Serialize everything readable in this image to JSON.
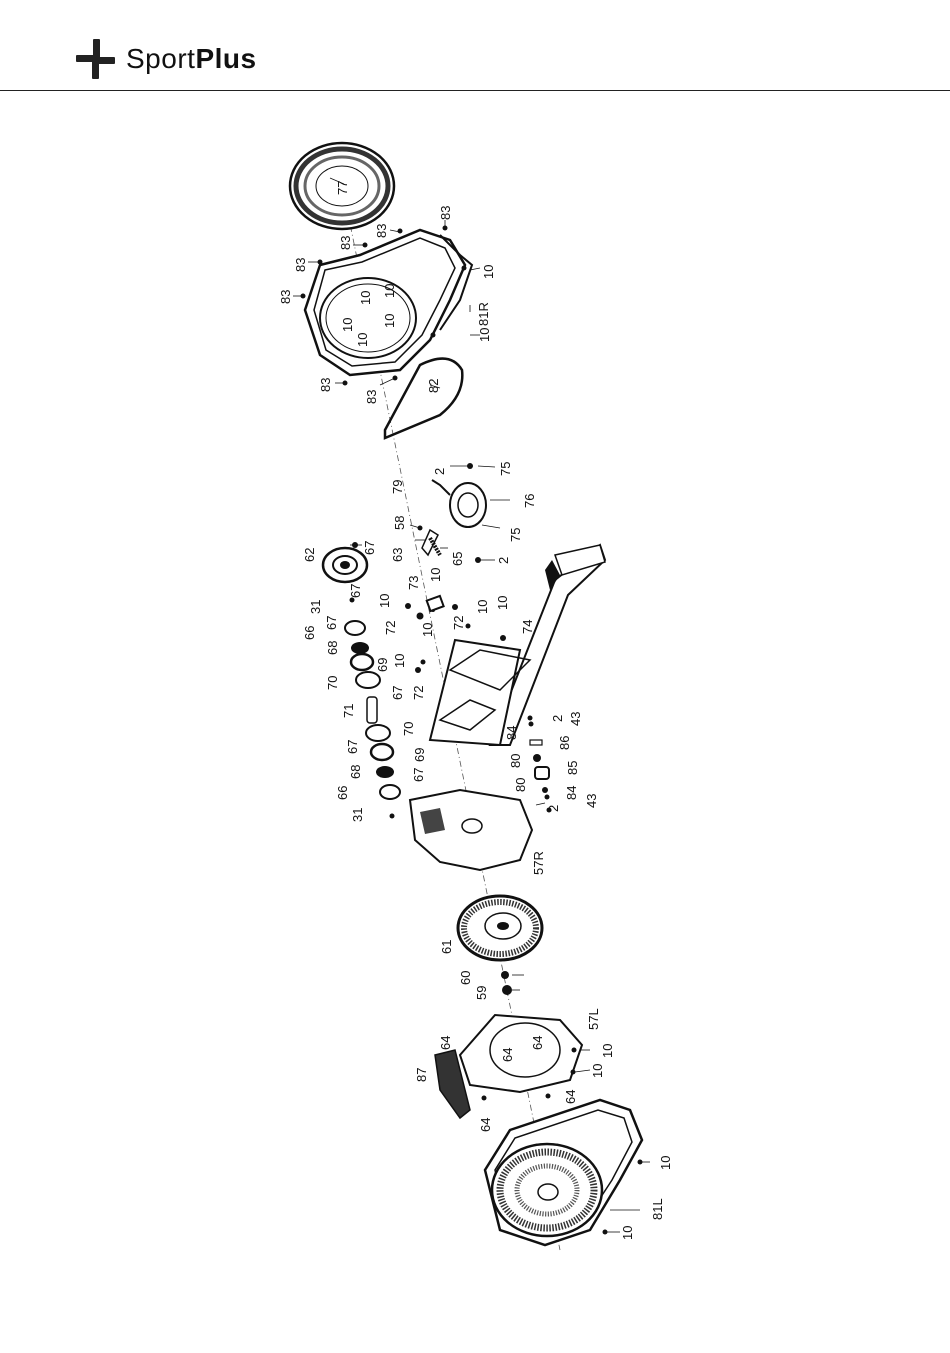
{
  "brand": {
    "name_light": "Sport",
    "name_bold": "Plus",
    "color": "#222222"
  },
  "labels": {
    "l77": "77",
    "l83a": "83",
    "l83b": "83",
    "l83c": "83",
    "l83d": "83",
    "l83e": "83",
    "l83f": "83",
    "l83g": "83",
    "l10_81r_a": "10",
    "l10_81r_b": "10",
    "l10_81r_c": "10",
    "l10_81r_d": "10",
    "l10_81r_e": "10",
    "l10_81r_f": "10",
    "l10_81r_g": "10",
    "l81R": "81R",
    "l82": "82",
    "l79": "79",
    "l2a": "2",
    "l75a": "75",
    "l76": "76",
    "l58": "58",
    "l75b": "75",
    "l63": "63",
    "l65": "65",
    "l2b": "2",
    "l62": "62",
    "l67a": "67",
    "l67b": "67",
    "l31a": "31",
    "l67c": "67",
    "l66a": "66",
    "l68a": "68",
    "l69a": "69",
    "l70a": "70",
    "l67d": "67",
    "l71": "71",
    "l70b": "70",
    "l67e": "67",
    "l69b": "69",
    "l68b": "68",
    "l67f": "67",
    "l66b": "66",
    "l31b": "31",
    "l73": "73",
    "l10a": "10",
    "l10b": "10",
    "l72a": "72",
    "l10c": "10",
    "l72b": "72",
    "l10d": "10",
    "l10e": "10",
    "l74": "74",
    "l10f": "10",
    "l72c": "72",
    "l84a": "84",
    "l2c": "2",
    "l43a": "43",
    "l86": "86",
    "l80a": "80",
    "l85": "85",
    "l80b": "80",
    "l84b": "84",
    "l2d": "2",
    "l43b": "43",
    "l57R": "57R",
    "l61": "61",
    "l60": "60",
    "l59": "59",
    "l57L": "57L",
    "l64a": "64",
    "l64b": "64",
    "l64c": "64",
    "l10g": "10",
    "l10h": "10",
    "l87": "87",
    "l64d": "64",
    "l64e": "64",
    "l10i": "10",
    "l81L": "81L",
    "l10j": "10"
  }
}
